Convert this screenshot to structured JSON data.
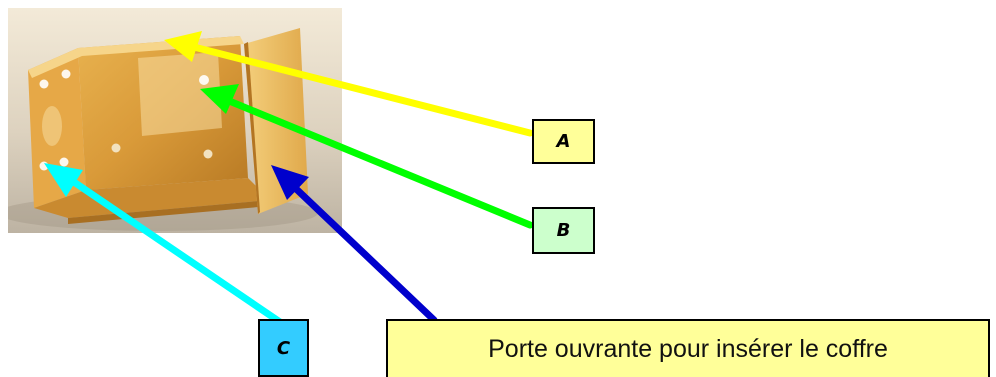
{
  "labels": {
    "a": "A",
    "b": "B",
    "c": "C",
    "door": "Porte ouvrante pour insérer le coffre"
  },
  "colors": {
    "arrow_a": "#ffff00",
    "arrow_b": "#00ff00",
    "arrow_c": "#00ffff",
    "arrow_door": "#0000cc",
    "box_a_fill": "#ffff99",
    "box_b_fill": "#ccffcc",
    "box_c_fill": "#33ccff",
    "box_door_fill": "#ffff99"
  }
}
